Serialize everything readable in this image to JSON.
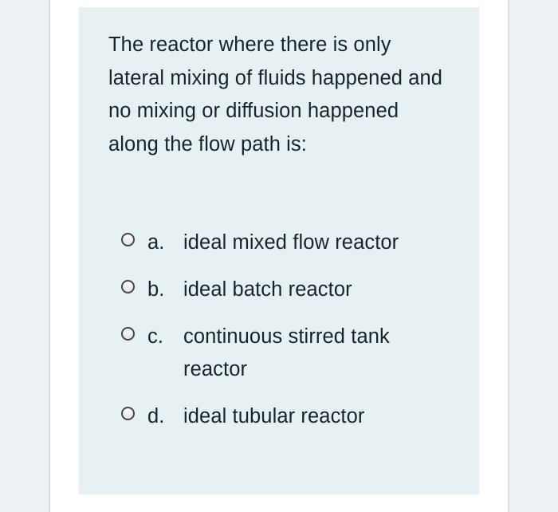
{
  "colors": {
    "card_background": "#e7f0f3",
    "page_background": "#ffffff",
    "rail_background": "#edf3f5",
    "divider": "#d9dfe2",
    "text": "#16252b",
    "radio_border": "#42484c",
    "scrollbar_thumb": "#6b7076"
  },
  "question": {
    "stem": "The reactor where there is only lateral mixing of fluids happened and no mixing or diffusion happened along the flow path is:",
    "options": [
      {
        "letter": "a.",
        "text": "ideal mixed flow reactor",
        "selected": false
      },
      {
        "letter": "b.",
        "text": "ideal batch reactor",
        "selected": false
      },
      {
        "letter": "c.",
        "text": "continuous stirred tank reactor",
        "selected": false
      },
      {
        "letter": "d.",
        "text": "ideal tubular reactor",
        "selected": false
      }
    ]
  },
  "scrollbar": {
    "icon": "scrollbar-thumb"
  }
}
